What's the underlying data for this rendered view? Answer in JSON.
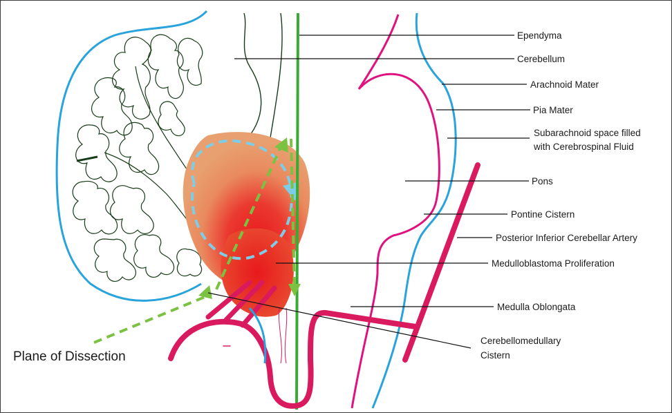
{
  "labels": {
    "ependyma": "Ependyma",
    "cerebellum": "Cerebellum",
    "arachnoid_mater": "Arachnoid Mater",
    "pia_mater": "Pia Mater",
    "subarachnoid_line1": "Subarachnoid space filled",
    "subarachnoid_line2": "with Cerebrospinal Fluid",
    "pons": "Pons",
    "pontine_cistern": "Pontine Cistern",
    "pica": "Posterior Inferior Cerebellar Artery",
    "medulloblastoma": "Medulloblastoma Proliferation",
    "medulla_oblongata": "Medulla Oblongata",
    "cerebellomedullary_line1": "Cerebellomedullary",
    "cerebellomedullary_line2": "Cistern",
    "plane_of_dissection": "Plane of Dissection"
  },
  "colors": {
    "arachnoid": "#29a3dc",
    "pia": "#e0127f",
    "artery": "#d91a5e",
    "ependyma": "#3aaa35",
    "dissection_plane": "#7cc242",
    "cerebellum_outline": "#173b17",
    "tumor_outer": "#e8a070",
    "tumor_core": "#e8191c",
    "csf_flow": "#7ecde8",
    "leader": "#111111"
  }
}
